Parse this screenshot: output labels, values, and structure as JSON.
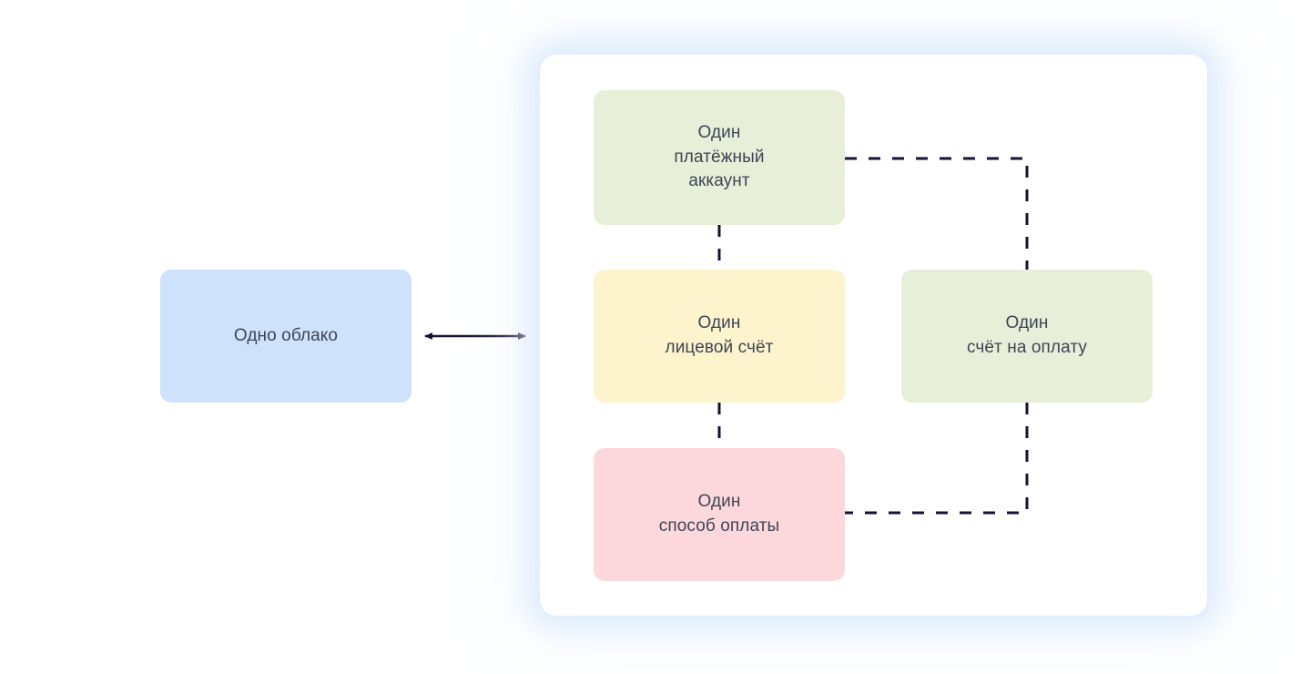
{
  "diagram": {
    "type": "relationship-diagram",
    "background_color": "#ffffff",
    "text_color": "#3e4455",
    "connector_color": "#1a1033",
    "nodes": [
      {
        "id": "cloud",
        "label": "Одно облако",
        "color": "#cfe2fb",
        "position": "left-outside-panel"
      },
      {
        "id": "billing-account",
        "label": "Один\nплатёжный\nаккаунт",
        "color": "#e8efd8",
        "position": "panel-column-center-top"
      },
      {
        "id": "personal-account",
        "label": "Один\nлицевой счёт",
        "color": "#fdf3cd",
        "position": "panel-column-center-middle"
      },
      {
        "id": "payment-method",
        "label": "Один\nспособ оплаты",
        "color": "#fcd8dc",
        "position": "panel-column-center-bottom"
      },
      {
        "id": "invoice",
        "label": "Один\nсчёт на оплату",
        "color": "#e8efd8",
        "position": "panel-column-right-middle"
      }
    ],
    "connectors": [
      {
        "id": "cloud-to-panel",
        "from": "cloud",
        "to": "billing-group",
        "style": "solid",
        "arrow": "double"
      },
      {
        "id": "billing-account-to-personal-account",
        "from": "billing-account",
        "to": "personal-account",
        "style": "dashed",
        "arrow": "none"
      },
      {
        "id": "personal-account-to-payment-method",
        "from": "personal-account",
        "to": "payment-method",
        "style": "dashed",
        "arrow": "none"
      },
      {
        "id": "billing-account-to-invoice",
        "from": "billing-account",
        "to": "invoice",
        "style": "dashed",
        "arrow": "none"
      },
      {
        "id": "invoice-to-payment-method",
        "from": "invoice",
        "to": "payment-method",
        "style": "dashed",
        "arrow": "none"
      }
    ],
    "panel": {
      "background_color": "#ffffff",
      "glow_color": "#d6e8fc"
    }
  }
}
